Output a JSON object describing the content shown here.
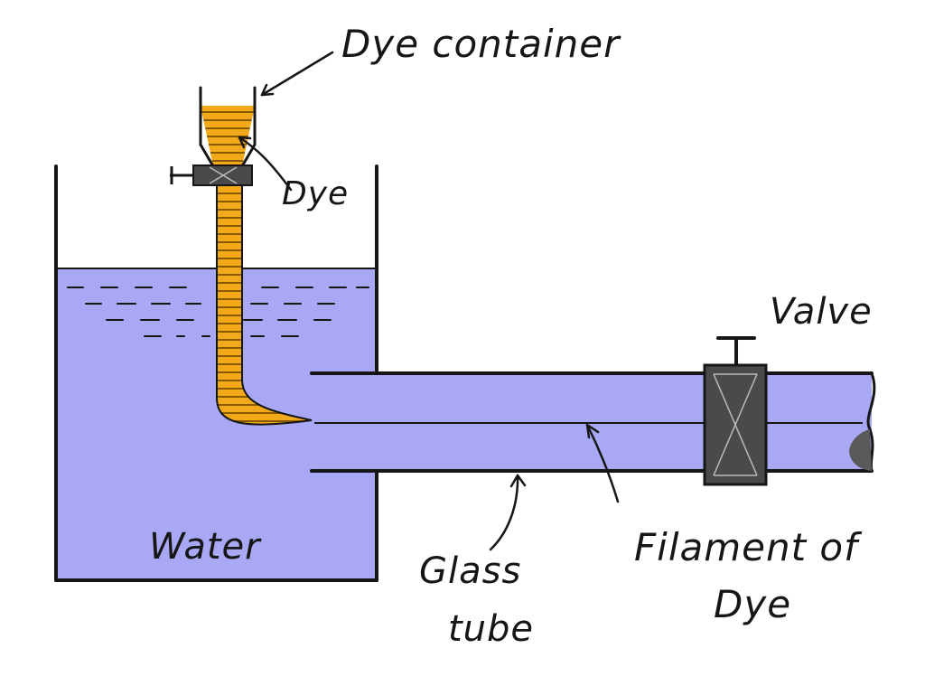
{
  "diagram": {
    "labels": {
      "dye_container": "Dye container",
      "dye": "Dye",
      "valve": "Valve",
      "water": "Water",
      "glass_tube_line1": "Glass",
      "glass_tube_line2": "tube",
      "filament_line1": "Filament of",
      "filament_line2": "Dye"
    },
    "colors": {
      "water": "#a8a8f5",
      "dye": "#f2a91a",
      "dye_stripe": "#8a5a00",
      "valve_body": "#4a4a4a",
      "outline": "#161616",
      "background": "#ffffff"
    },
    "icons": {
      "tank_valve": "valve-icon",
      "pipe_valve": "valve-icon",
      "arrows": "arrow-icon"
    }
  }
}
